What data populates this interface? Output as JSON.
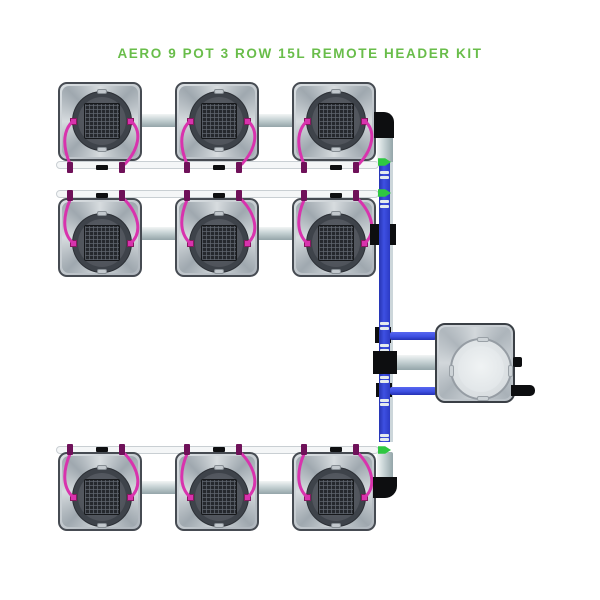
{
  "title": {
    "text": "AERO 9 POT 3 ROW 15L REMOTE HEADER KIT"
  },
  "system": {
    "rows": 3,
    "pots_per_row": 3,
    "total_pots": 9,
    "pot_volume": "15L",
    "header_type": "remote header tank"
  },
  "colors": {
    "title_green": "#69bd4a",
    "pipe_blue": "#3e50e2",
    "clip_magenta": "#d833ad",
    "fitting_black": "#0d0e10",
    "valve_green": "#2fc742",
    "rail_white": "#f4f6f7",
    "tank_gray": "#b9c0c6"
  }
}
